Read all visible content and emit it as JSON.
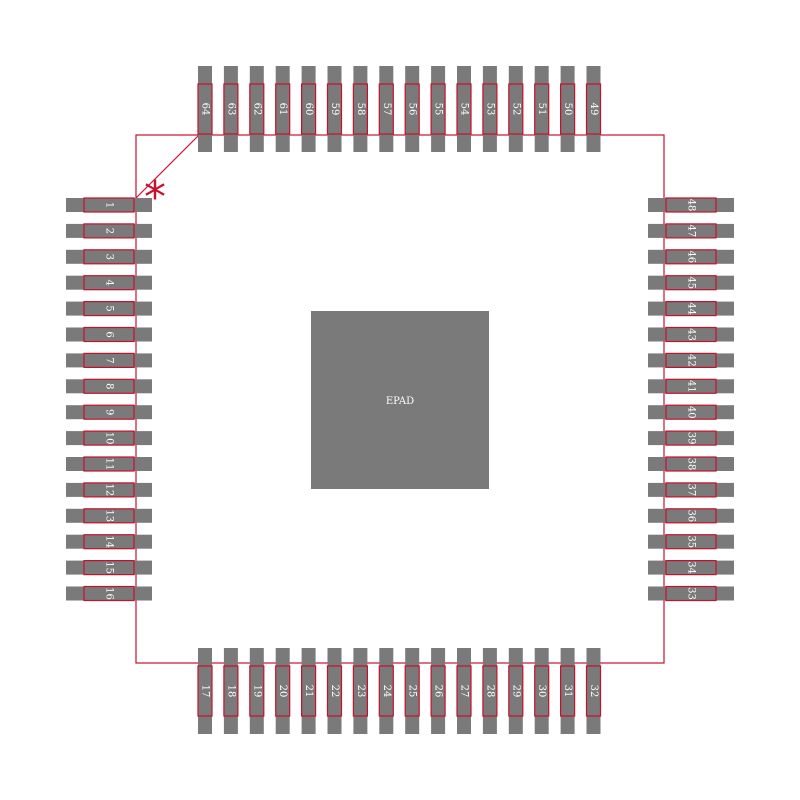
{
  "component": {
    "pins": [
      {
        "number": "1"
      },
      {
        "number": "2"
      },
      {
        "number": "3"
      },
      {
        "number": "4"
      },
      {
        "number": "5"
      },
      {
        "number": "6"
      },
      {
        "number": "7"
      },
      {
        "number": "8"
      },
      {
        "number": "9"
      },
      {
        "number": "10"
      },
      {
        "number": "11"
      },
      {
        "number": "12"
      },
      {
        "number": "13"
      },
      {
        "number": "14"
      },
      {
        "number": "15"
      },
      {
        "number": "16"
      },
      {
        "number": "17"
      },
      {
        "number": "18"
      },
      {
        "number": "19"
      },
      {
        "number": "20"
      },
      {
        "number": "21"
      },
      {
        "number": "22"
      },
      {
        "number": "23"
      },
      {
        "number": "24"
      },
      {
        "number": "25"
      },
      {
        "number": "26"
      },
      {
        "number": "27"
      },
      {
        "number": "28"
      },
      {
        "number": "29"
      },
      {
        "number": "30"
      },
      {
        "number": "31"
      },
      {
        "number": "32"
      },
      {
        "number": "33"
      },
      {
        "number": "34"
      },
      {
        "number": "35"
      },
      {
        "number": "36"
      },
      {
        "number": "37"
      },
      {
        "number": "38"
      },
      {
        "number": "39"
      },
      {
        "number": "40"
      },
      {
        "number": "41"
      },
      {
        "number": "42"
      },
      {
        "number": "43"
      },
      {
        "number": "44"
      },
      {
        "number": "45"
      },
      {
        "number": "46"
      },
      {
        "number": "47"
      },
      {
        "number": "48"
      },
      {
        "number": "49"
      },
      {
        "number": "50"
      },
      {
        "number": "51"
      },
      {
        "number": "52"
      },
      {
        "number": "53"
      },
      {
        "number": "54"
      },
      {
        "number": "55"
      },
      {
        "number": "56"
      },
      {
        "number": "57"
      },
      {
        "number": "58"
      },
      {
        "number": "59"
      },
      {
        "number": "60"
      },
      {
        "number": "61"
      },
      {
        "number": "62"
      },
      {
        "number": "63"
      },
      {
        "number": "64"
      }
    ],
    "exposed_pad": {
      "label": "EPAD"
    },
    "pin1_marker": "*"
  },
  "colors": {
    "pad_fill": "#7a7a7a",
    "pin_outline": "#c8102e",
    "body_outline": "#c8102e",
    "label_text": "#ffffff",
    "background": "#ffffff"
  }
}
